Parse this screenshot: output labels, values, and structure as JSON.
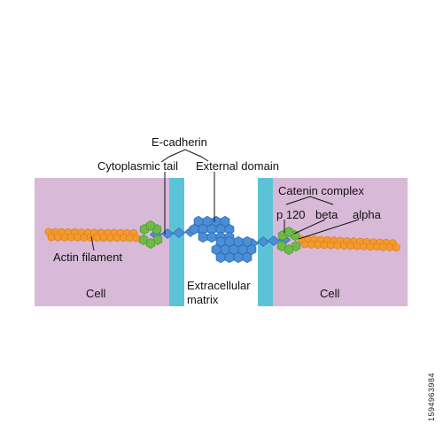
{
  "labels": {
    "e_cadherin": "E-cadherin",
    "cytoplasmic_tail": "Cytoplasmic tail",
    "external_domain": "External domain",
    "catenin_complex": "Catenin complex",
    "p120": "p 120",
    "beta": "beta",
    "alpha": "alpha",
    "actin_filament": "Actin filament",
    "cell_left": "Cell",
    "cell_right": "Cell",
    "extracellular_line1": "Extracellular",
    "extracellular_line2": "matrix"
  },
  "stock_id": "1594963984",
  "colors": {
    "cell": "#d9b9d8",
    "membrane": "#5bc3d8",
    "cadherin": "#4a8ed6",
    "cadherin_stroke": "#2f6fb6",
    "catenin_green": "#6dbb46",
    "actin": "#f39a2c",
    "actin_stroke": "#d9781a"
  }
}
